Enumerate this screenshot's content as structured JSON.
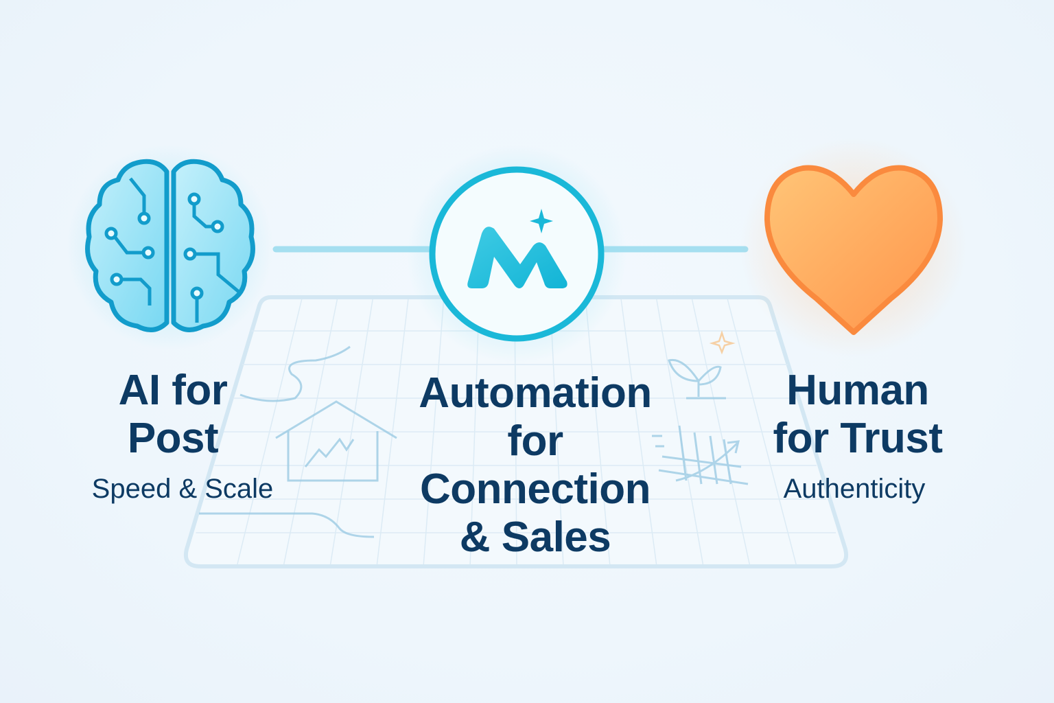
{
  "columns": [
    {
      "title_lines": [
        "AI for",
        "Post"
      ],
      "subtitle": "Speed & Scale",
      "icon": "brain-circuit-icon"
    },
    {
      "title_lines": [
        "Automation",
        "for",
        "Connection",
        "& Sales"
      ],
      "icon": "m-sparkle-logo-icon"
    },
    {
      "title_lines": [
        "Human",
        "for Trust"
      ],
      "subtitle": "Authenticity",
      "icon": "heart-icon"
    }
  ],
  "colors": {
    "text": "#0d3a63",
    "cyan": "#1ab8d8",
    "orange": "#f98a3c"
  }
}
